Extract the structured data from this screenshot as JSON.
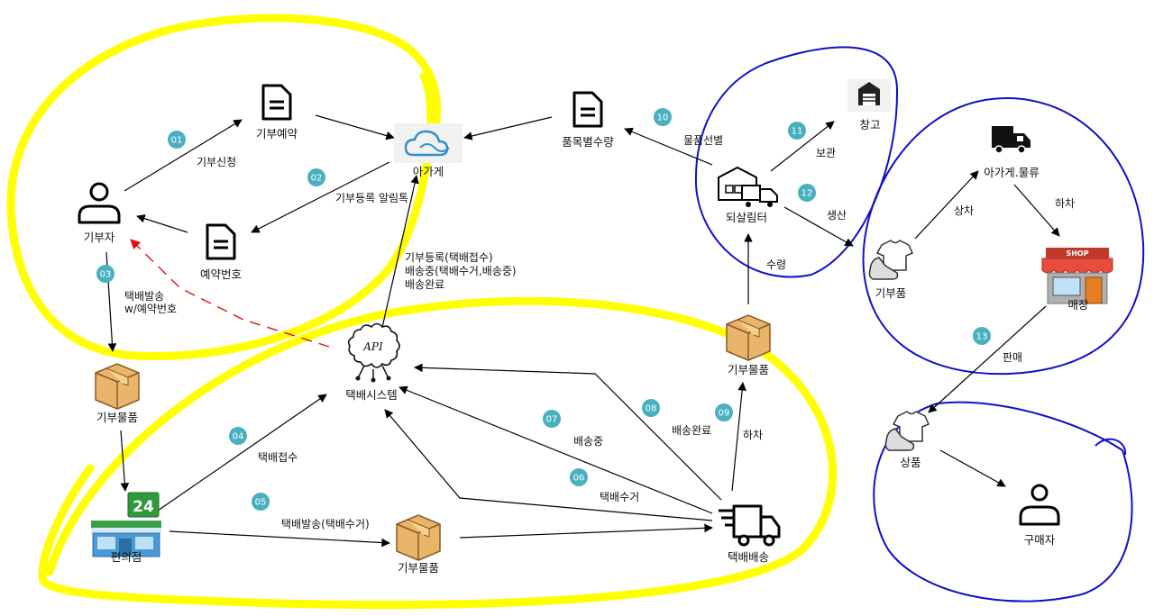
{
  "colors": {
    "highlight": "#ffff00",
    "circle": "#1010c8",
    "badge": "#49b0c0",
    "arrow": "#000000",
    "dashed": "#dd1111"
  },
  "nodes": {
    "donor": "기부자",
    "donation_reservation": "기부예약",
    "agage": "아가게",
    "reservation_number": "예약번호",
    "item_quantity": "품목별수량",
    "recycling_center": "되살림터",
    "warehouse": "창고",
    "donated_goods_left": "기부물품",
    "delivery_system": "택배시스템",
    "convenience_store": "편의점",
    "donated_goods_bottom": "기부물품",
    "donated_goods_right": "기부물품",
    "courier_delivery": "택배배송",
    "agage_logistics": "아가게.물류",
    "donated_item": "기부품",
    "store": "매장",
    "product": "상품",
    "buyer": "구매자"
  },
  "badges": [
    "01",
    "02",
    "03",
    "04",
    "05",
    "06",
    "07",
    "08",
    "09",
    "10",
    "11",
    "12",
    "13"
  ],
  "edge_labels": {
    "donation_application": "기부신청",
    "registration_notice": "기부등록 알림톡",
    "send_with_reservation_1": "택배발송",
    "send_with_reservation_2": "w/예약번호",
    "courier_accepted": "택배접수",
    "courier_sent": "택배발송(택배수거)",
    "status_line_1": "기부등록(택배접수)",
    "status_line_2": "배송중(택배수거,배송중)",
    "status_line_3": "배송완료",
    "in_transit": "배송중",
    "pickup": "택배수거",
    "delivered": "배송완료",
    "unload": "하차",
    "receive": "수령",
    "sorting": "물품선별",
    "storage": "보관",
    "production": "생산",
    "load": "상차",
    "unload_store": "하차",
    "sale": "판매"
  },
  "icon_text": {
    "api": "API",
    "store_24": "24",
    "shop_sign": "SHOP"
  },
  "icons": [
    "person-icon",
    "document-icon",
    "cloud-icon",
    "box-icon",
    "convenience-store-icon",
    "truck-icon",
    "warehouse-icon",
    "shop-icon",
    "tshirt-icon",
    "api-gear-icon"
  ]
}
